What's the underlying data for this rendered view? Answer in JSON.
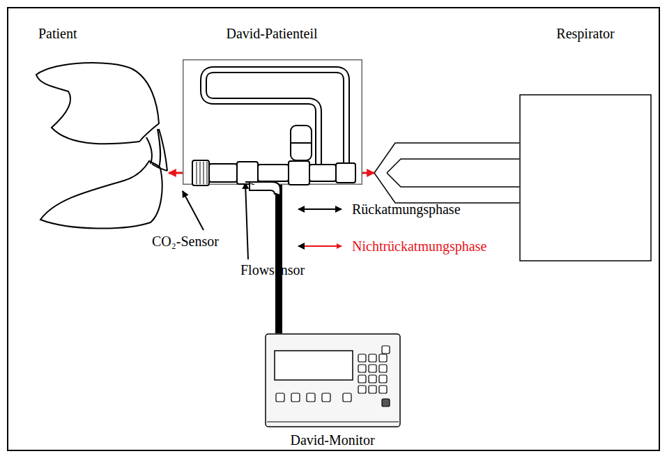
{
  "diagram": {
    "nodes": [
      {
        "text": [
          "Patient"
        ]
      },
      {
        "text": [
          "David-Patienteil"
        ]
      },
      {
        "text": [
          "Respirator"
        ]
      },
      {
        "text": [
          "David-Monitor"
        ]
      }
    ],
    "edges": [
      {
        "from": 1,
        "to": 2,
        "arrow": "none"
      },
      {
        "from": 1,
        "to": 3,
        "arrow": "none"
      }
    ],
    "labels": [
      "CO₂-Sensor",
      "Flowsensor"
    ],
    "legend": [
      {
        "text": "Rückatmungsphase"
      },
      {
        "text": "Nichtrückatmungsphase"
      }
    ]
  }
}
